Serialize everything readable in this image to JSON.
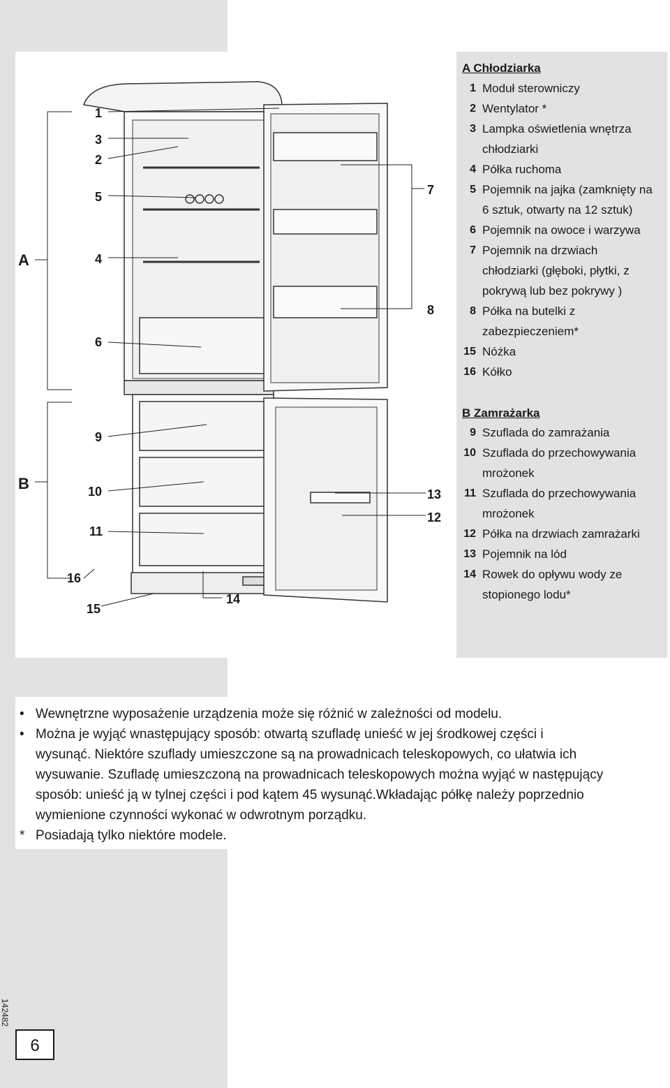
{
  "callouts": {
    "A": "A",
    "B": "B",
    "n1": "1",
    "n2": "2",
    "n3": "3",
    "n4": "4",
    "n5": "5",
    "n6": "6",
    "n7": "7",
    "n8": "8",
    "n9": "9",
    "n10": "10",
    "n11": "11",
    "n12": "12",
    "n13": "13",
    "n14": "14",
    "n15": "15",
    "n16": "16"
  },
  "legend": {
    "sectionA": {
      "title": "A  Chłodziarka",
      "items": [
        {
          "num": "1",
          "lines": [
            "Moduł sterowniczy"
          ]
        },
        {
          "num": "2",
          "lines": [
            "Wentylator *"
          ]
        },
        {
          "num": "3",
          "lines": [
            "Lampka oświetlenia  wnętrza",
            "chłodziarki"
          ]
        },
        {
          "num": "4",
          "lines": [
            "Półka ruchoma"
          ]
        },
        {
          "num": "5",
          "lines": [
            "Pojemnik na jajka (zamknięty na",
            "6 sztuk, otwarty na 12 sztuk)"
          ]
        },
        {
          "num": "6",
          "lines": [
            "Pojemnik na owoce i warzywa"
          ]
        },
        {
          "num": "7",
          "lines": [
            "Pojemnik na drzwiach",
            "chłodziarki (głęboki, płytki, z",
            "pokrywą lub bez pokrywy )"
          ]
        },
        {
          "num": "8",
          "lines": [
            "Półka na butelki z",
            "zabezpieczeniem*"
          ]
        },
        {
          "num": "15",
          "lines": [
            "Nóżka"
          ]
        },
        {
          "num": "16",
          "lines": [
            "Kółko"
          ]
        }
      ]
    },
    "sectionB": {
      "title": "B  Zamrażarka ",
      "items": [
        {
          "num": "9",
          "lines": [
            "Szuflada do zamrażania"
          ]
        },
        {
          "num": "10",
          "lines": [
            "Szuflada do przechowywania",
            "mrożonek"
          ]
        },
        {
          "num": "11",
          "lines": [
            "Szuflada do przechowywania",
            "mrożonek"
          ]
        },
        {
          "num": "12",
          "lines": [
            "Półka  na drzwiach zamrażarki"
          ]
        },
        {
          "num": "13",
          "lines": [
            "Pojemnik na lód"
          ]
        },
        {
          "num": "14",
          "lines": [
            "Rowek do opływu wody ze",
            "stopionego lodu*"
          ]
        }
      ]
    }
  },
  "notes": [
    {
      "bullet": "•",
      "lines": [
        "Wewnętrzne wyposażenie urządzenia może się różnić w zależności od modelu."
      ]
    },
    {
      "bullet": "•",
      "lines": [
        "Można je wyjąć wnastępujący sposób: otwartą szufladę unieść w jej środkowej części i",
        "wysunąć. Niektóre szuflady umieszczone są na prowadnicach teleskopowych, co ułatwia ich",
        "wysuwanie. Szufladę umieszczoną na prowadnicach teleskopowych można wyjąć w następujący",
        "sposób: unieść ją w tylnej części i pod kątem 45  wysunąć.Wkładając półkę należy poprzednio",
        "wymienione czynności wykonać w odwrotnym porządku."
      ]
    },
    {
      "bullet": "*",
      "lines": [
        "Posiadają tylko niektóre modele."
      ]
    }
  ],
  "document_code": "142482",
  "page_number": "6"
}
